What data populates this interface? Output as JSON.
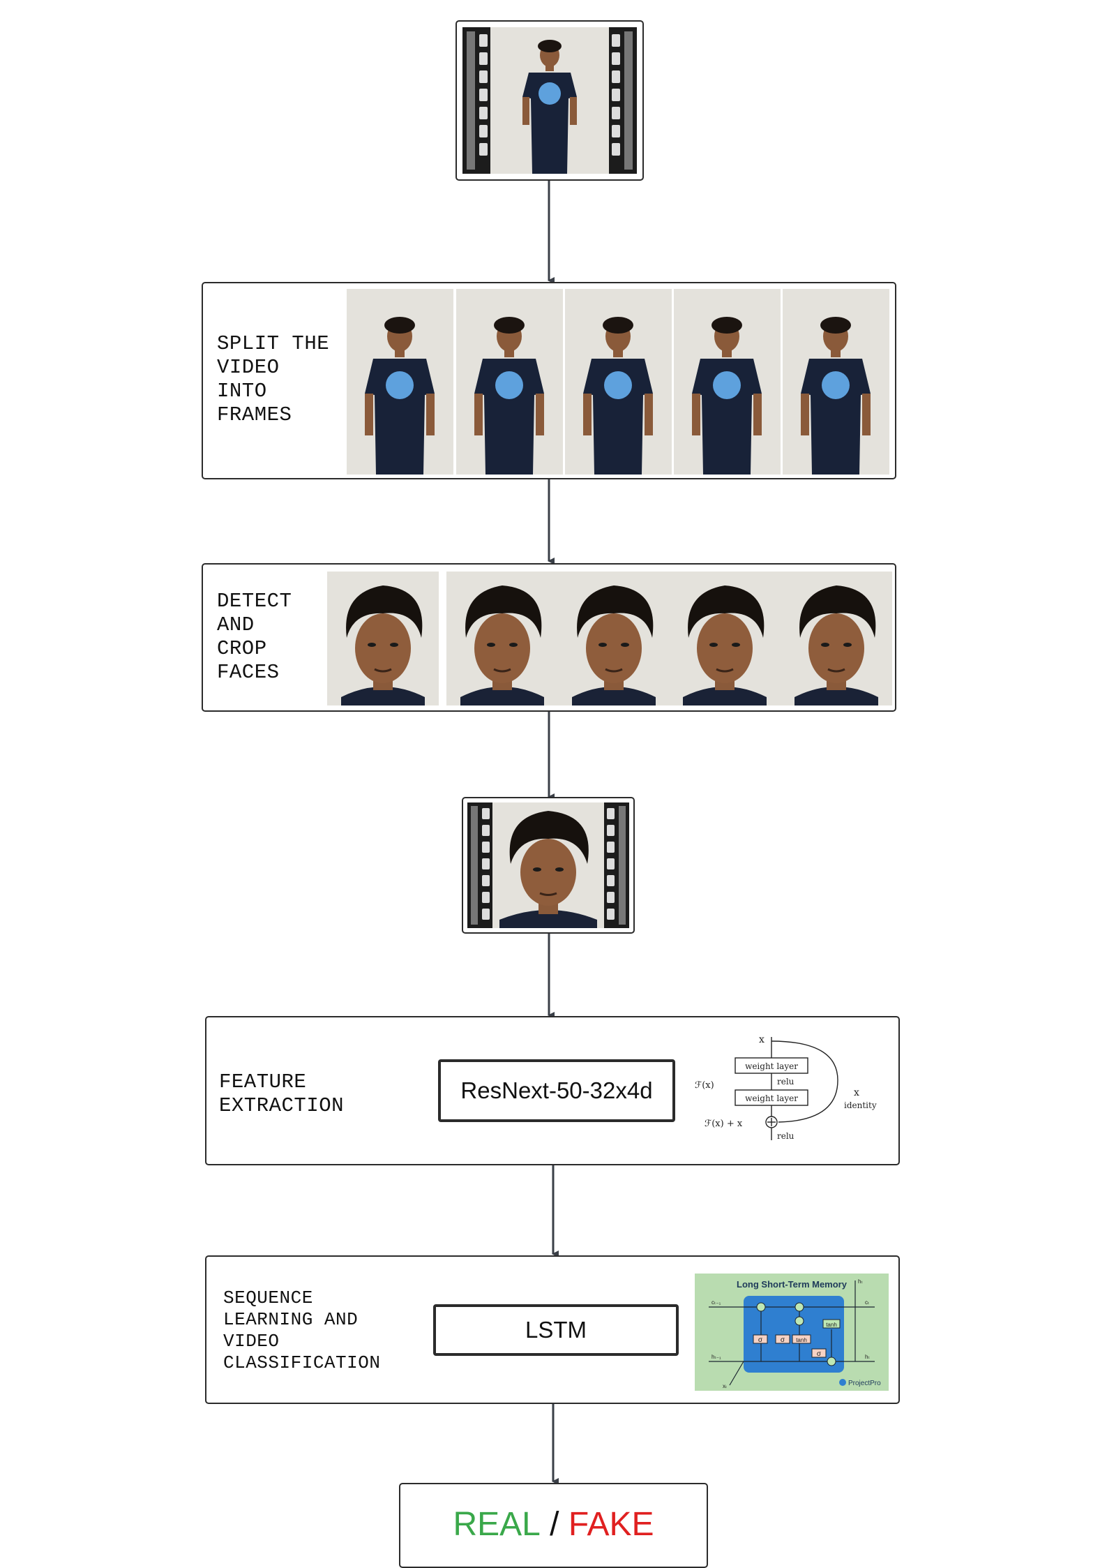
{
  "steps": {
    "split": {
      "label": "SPLIT THE\nVIDEO\nINTO\nFRAMES"
    },
    "detect": {
      "label": "DETECT\nAND\nCROP\nFACES"
    },
    "feature": {
      "label": "FEATURE\nEXTRACTION",
      "model": "ResNext-50-32x4d"
    },
    "sequence": {
      "label": "SEQUENCE\nLEARNING AND\nVIDEO\nCLASSIFICATION",
      "model": "LSTM"
    }
  },
  "resnet_block": {
    "x_top": "x",
    "weight_layer_1": "weight layer",
    "relu_1": "relu",
    "weight_layer_2": "weight layer",
    "fx": "ℱ(x)",
    "fx_plus_x": "ℱ(x) + x",
    "relu_2": "relu",
    "x_side": "x",
    "identity": "identity"
  },
  "lstm_diagram": {
    "title": "Long Short-Term Memory",
    "brand": "ProjectPro",
    "gate_sigma": "σ",
    "gate_tanh": "tanh",
    "c_in": "cₜ₋₁",
    "c_out": "cₜ",
    "h_in": "hₜ₋₁",
    "h_out": "hₜ",
    "x_in": "xₜ",
    "h_top": "hₜ",
    "colors": {
      "panel": "#b9dcb0",
      "cell": "#2f7fd0"
    }
  },
  "output": {
    "real": "REAL",
    "sep": " / ",
    "fake": "FAKE",
    "real_color": "#3aa84a",
    "fake_color": "#e02020"
  }
}
